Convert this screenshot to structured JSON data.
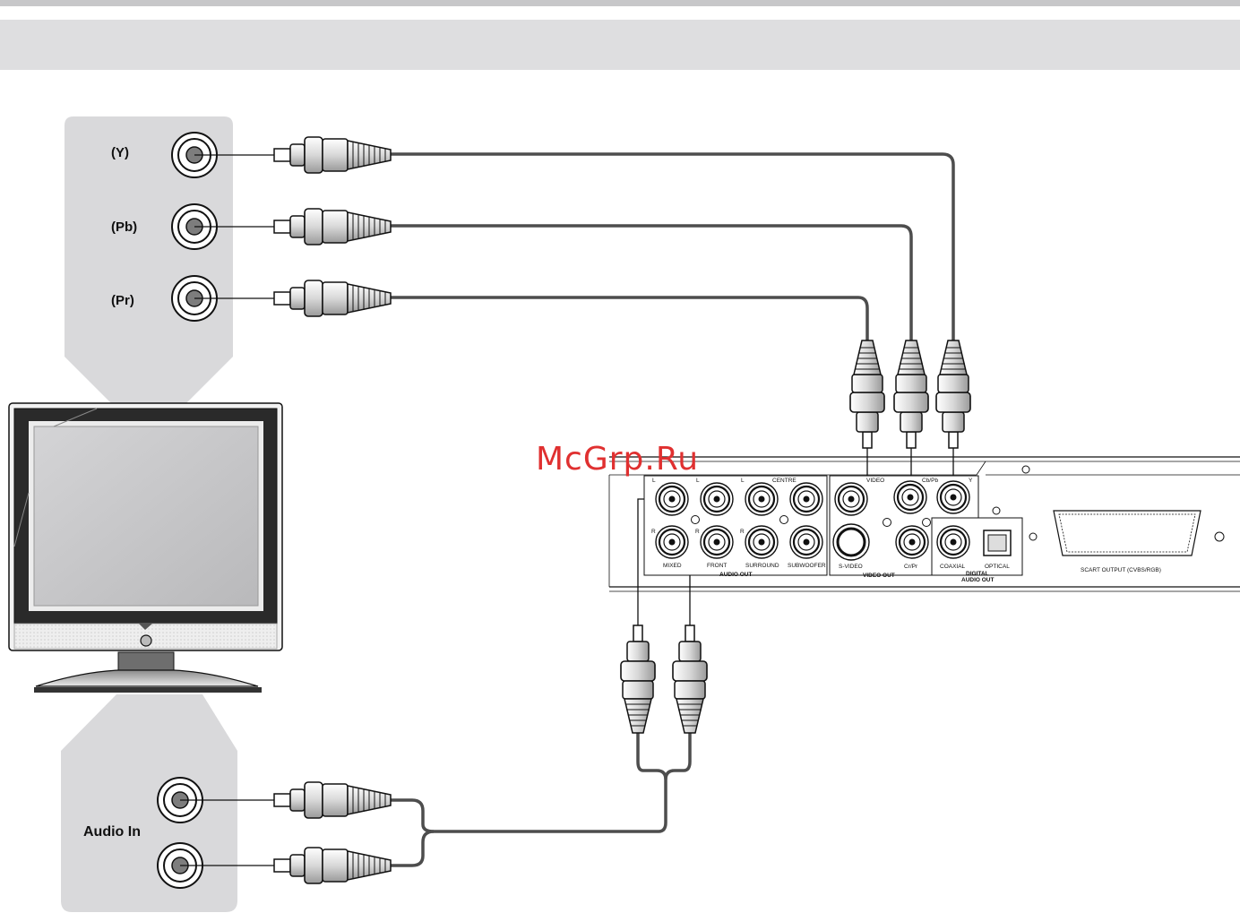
{
  "watermark": "McGrp.Ru",
  "tv_panel": {
    "inputs": [
      "(Y)",
      "(Pb)",
      "(Pr)"
    ],
    "audio_label": "Audio In"
  },
  "player": {
    "audio_out": {
      "group_label": "AUDIO OUT",
      "top_small": [
        "L",
        "L",
        "L"
      ],
      "centre": "CENTRE",
      "bottom_small": [
        "R",
        "R",
        "R"
      ],
      "jacks": [
        "MIXED",
        "FRONT",
        "SURROUND",
        "SUBWOOFER"
      ]
    },
    "video_out": {
      "group_label": "VIDEO OUT",
      "top": [
        "VIDEO",
        "Cb/Pb",
        "Y"
      ],
      "bottom": [
        "S-VIDEO",
        "Cr/Pr"
      ]
    },
    "digital_audio_out": {
      "group_label_1": "DIGITAL",
      "group_label_2": "AUDIO OUT",
      "jacks": [
        "COAXIAL",
        "OPTICAL"
      ]
    },
    "scart_label": "SCART OUTPUT (CVBS/RGB)"
  }
}
